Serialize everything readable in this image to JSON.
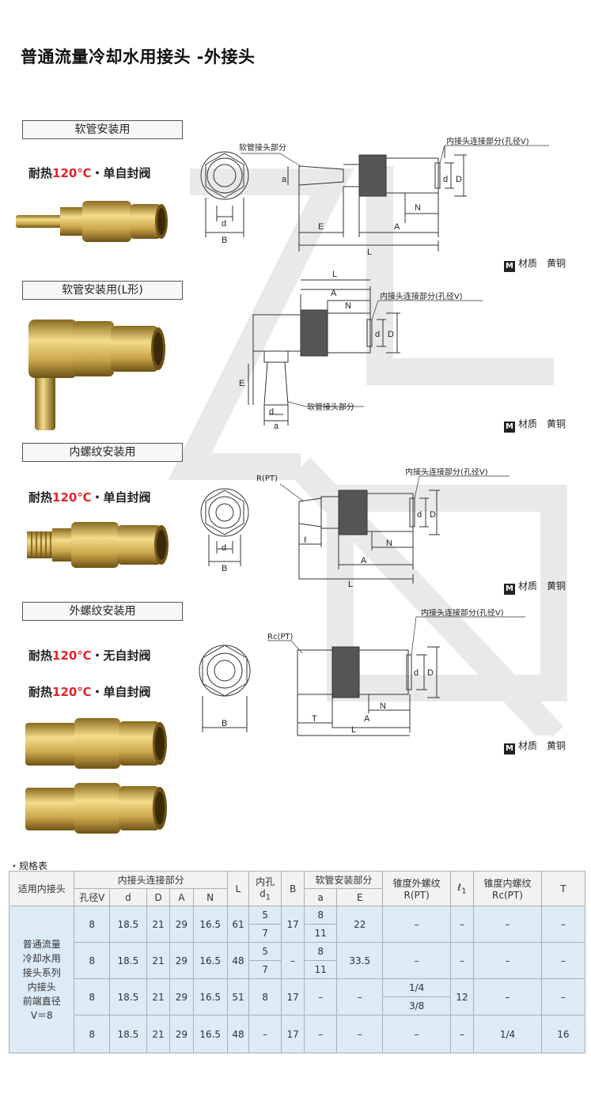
{
  "title": "普通流量冷却水用接头 -外接头",
  "sections": [
    {
      "label": "软管安装用",
      "features": [
        {
          "prefix": "耐热",
          "temp": "120℃",
          "suffix": "・单自封阀"
        }
      ],
      "material_label": "材质",
      "material_value": "黄铜"
    },
    {
      "label": "软管安装用(L形)",
      "features": [],
      "material_label": "材质",
      "material_value": "黄铜"
    },
    {
      "label": "内螺纹安装用",
      "features": [
        {
          "prefix": "耐热",
          "temp": "120℃",
          "suffix": "・单自封阀"
        }
      ],
      "material_label": "材质",
      "material_value": "黄铜"
    },
    {
      "label": "外螺纹安装用",
      "features": [
        {
          "prefix": "耐热",
          "temp": "120℃",
          "suffix": "・无自封阀"
        },
        {
          "prefix": "耐热",
          "temp": "120℃",
          "suffix": "・单自封阀"
        }
      ],
      "material_label": "材质",
      "material_value": "黄铜"
    }
  ],
  "material_icon": "M",
  "drawings": {
    "hose_part": "软管接头部分",
    "inner_conn": "内接头连接部分(孔径V)",
    "r_pt": "R(PT)",
    "rc_pt": "Rc(PT)",
    "dims": {
      "a": "a",
      "d1": "d",
      "d1_sub": "1",
      "B": "B",
      "E": "E",
      "L": "L",
      "A": "A",
      "N": "N",
      "d": "d",
      "D": "D",
      "l1": "ℓ",
      "l1_sub": "1",
      "T": "T"
    }
  },
  "spec": {
    "label": "・规格表",
    "header": {
      "adapter": "适用内接头",
      "conn_group": "内接头连接部分",
      "bore": "孔径V",
      "d": "d",
      "D": "D",
      "A": "A",
      "N": "N",
      "L": "L",
      "inner_hole": "内孔",
      "inner_hole_sym": "d",
      "inner_hole_sub": "1",
      "B": "B",
      "hose_group": "软管安装部分",
      "a": "a",
      "E": "E",
      "taper_male": "锥度外螺纹",
      "taper_male_sym": "R(PT)",
      "l1": "ℓ",
      "l1_sub": "1",
      "taper_female": "锥度内螺纹",
      "taper_female_sym": "Rc(PT)",
      "T": "T"
    },
    "adapter_lines": [
      "普通流量",
      "冷却水用",
      "接头系列",
      "内接头",
      "前端直径",
      "V＝8"
    ],
    "rows": [
      {
        "V": "8",
        "d": "18.5",
        "D": "21",
        "A": "29",
        "N": "16.5",
        "L": "61",
        "d1": [
          "5",
          "7"
        ],
        "B": "17",
        "a": [
          "8",
          "11"
        ],
        "E": "22",
        "R": "–",
        "l1": "–",
        "Rc": "–",
        "T": "–"
      },
      {
        "V": "8",
        "d": "18.5",
        "D": "21",
        "A": "29",
        "N": "16.5",
        "L": "48",
        "d1": [
          "5",
          "7"
        ],
        "B": "–",
        "a": [
          "8",
          "11"
        ],
        "E": "33.5",
        "R": "–",
        "l1": "–",
        "Rc": "–",
        "T": "–"
      },
      {
        "V": "8",
        "d": "18.5",
        "D": "21",
        "A": "29",
        "N": "16.5",
        "L": "51",
        "d1": "8",
        "B": "17",
        "a": "–",
        "E": "–",
        "R": [
          "1/4",
          "3/8"
        ],
        "l1": "12",
        "Rc": "–",
        "T": "–"
      },
      {
        "V": "8",
        "d": "18.5",
        "D": "21",
        "A": "29",
        "N": "16.5",
        "L": "48",
        "d1": "–",
        "B": "17",
        "a": "–",
        "E": "–",
        "R": "–",
        "l1": "–",
        "Rc": "1/4",
        "T": "16"
      }
    ]
  },
  "colors": {
    "accent_red": "#e0242a",
    "brass": "#c9a54a",
    "table_body": "#dcebf6",
    "table_head": "#f2f2f2"
  }
}
